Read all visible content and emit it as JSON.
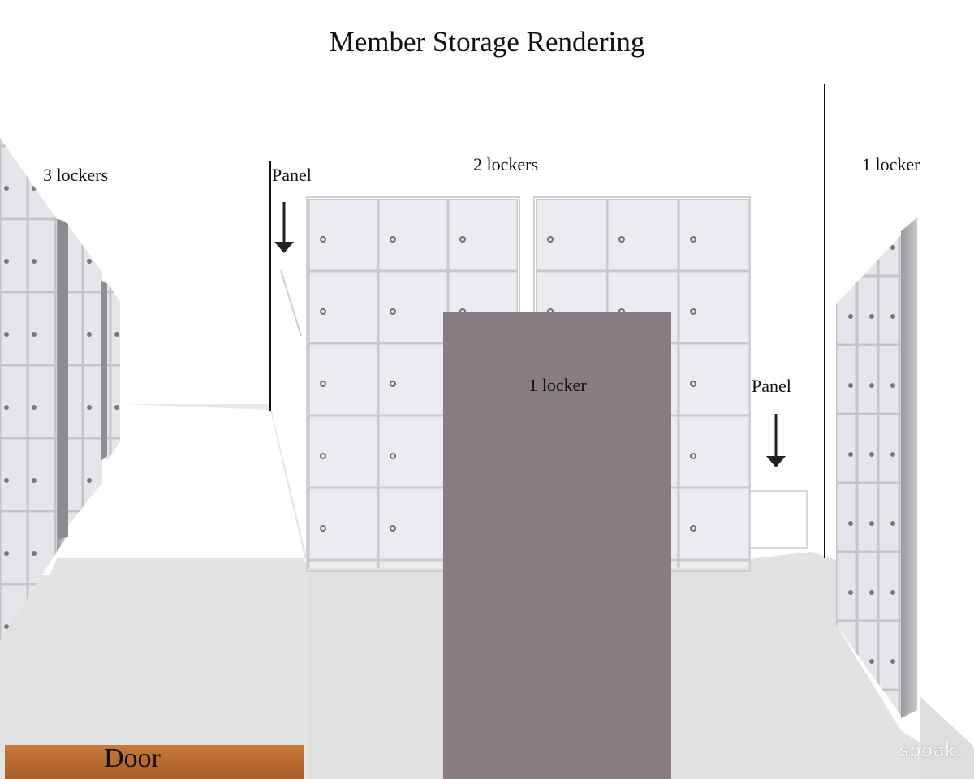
{
  "scene": {
    "title": "Member Storage Rendering",
    "labels": {
      "left_lockers": "3 lockers",
      "center_lockers": "2 lockers",
      "right_lockers": "1 locker",
      "panel_left": "Panel",
      "panel_right": "Panel",
      "center_block": "1 locker",
      "door": "Door"
    },
    "watermark": "spoak."
  },
  "colors": {
    "floor": "#e4e4e4",
    "locker_face": "#e9e9ee",
    "locker_edge": "#c9c9ce",
    "block": "#867c82",
    "door": "#b86a30",
    "ink": "#111111"
  },
  "icons": [
    "down-arrow-icon",
    "down-arrow-icon"
  ]
}
